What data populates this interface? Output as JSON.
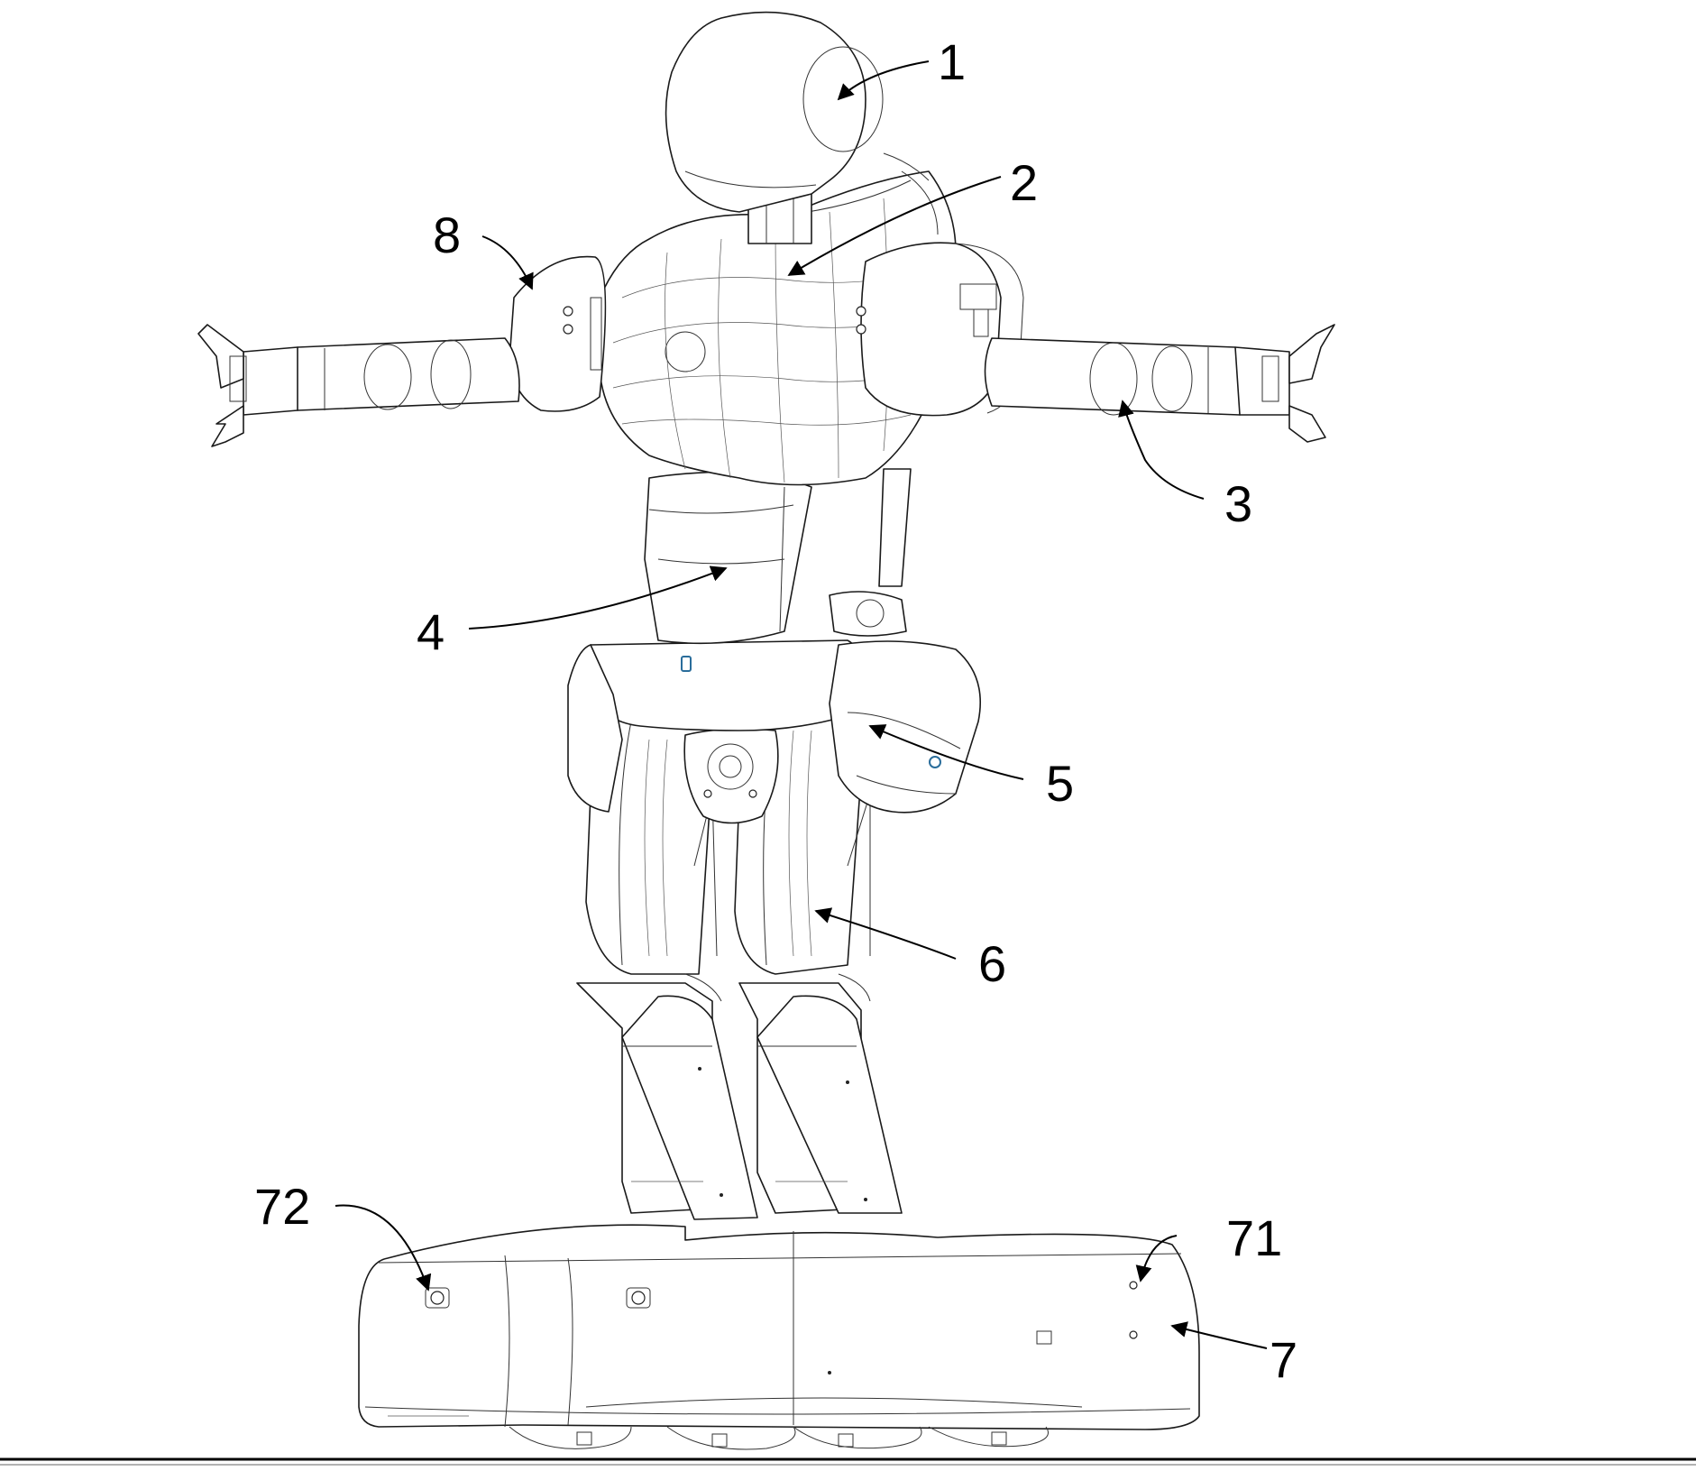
{
  "labels": {
    "l1": "1",
    "l2": "2",
    "l3": "3",
    "l4": "4",
    "l5": "5",
    "l6": "6",
    "l7": "7",
    "l8": "8",
    "l71": "71",
    "l72": "72"
  }
}
